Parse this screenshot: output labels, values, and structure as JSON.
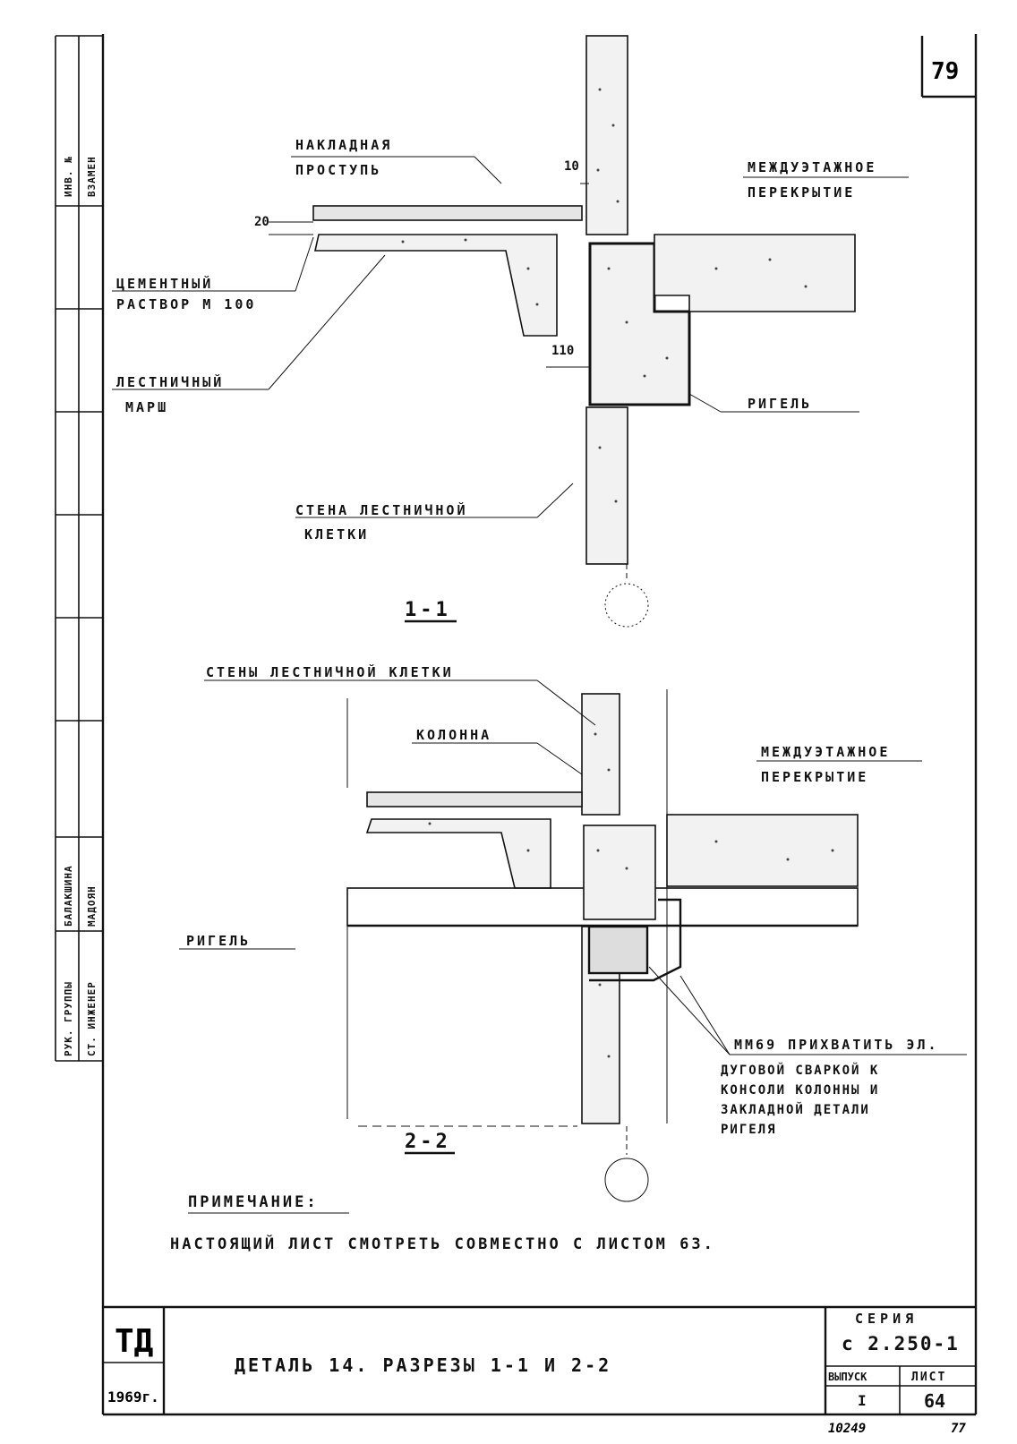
{
  "sheet_number": "79",
  "side_strip": {
    "inv_label": "ИНВ. №",
    "vzamen_label": "ВЗАМЕН",
    "names": [
      "БАЛАКШИНА",
      "МАДОЯН"
    ],
    "roles": [
      "РУК. ГРУППЫ",
      "СТ. ИНЖЕНЕР"
    ]
  },
  "section_1": {
    "title": "1-1",
    "labels": {
      "nakladnaya_1": "НАКЛАДНАЯ",
      "nakladnaya_2": "ПРОСТУПЬ",
      "cement_1": "ЦЕМЕНТНЫЙ",
      "cement_2": "РАСТВОР М 100",
      "marsh_1": "ЛЕСТНИЧНЫЙ",
      "marsh_2": "МАРШ",
      "perekr_1": "МЕЖДУЭТАЖНОЕ",
      "perekr_2": "ПЕРЕКРЫТИЕ",
      "rigel": "РИГЕЛЬ",
      "stena_1": "СТЕНА   ЛЕСТНИЧНОЙ",
      "stena_2": "КЛЕТКИ"
    },
    "dims": {
      "d20": "20",
      "d10": "10",
      "d110": "110"
    }
  },
  "section_2": {
    "title": "2-2",
    "labels": {
      "steny": "СТЕНЫ  ЛЕСТНИЧНОЙ   КЛЕТКИ",
      "kolonna": "КОЛОННА",
      "perekr_1": "МЕЖДУЭТАЖНОЕ",
      "perekr_2": "ПЕРЕКРЫТИЕ",
      "rigel": "РИГЕЛЬ",
      "note_1": "ММ69 ПРИХВАТИТЬ ЭЛ.",
      "note_2": "ДУГОВОЙ   СВАРКОЙ  К",
      "note_3": "КОНСОЛИ  КОЛОННЫ  И",
      "note_4": "ЗАКЛАДНОЙ   ДЕТАЛИ",
      "note_5": "РИГЕЛЯ"
    }
  },
  "note": {
    "heading": "ПРИМЕЧАНИЕ:",
    "text": "НАСТОЯЩИЙ   ЛИСТ  СМОТРЕТЬ  СОВМЕСТНО  С ЛИСТОМ  63."
  },
  "title_block": {
    "org": "ТД",
    "year": "1969г.",
    "title": "ДЕТАЛЬ 14. РАЗРЕЗЫ   1-1  И  2-2",
    "seriya_label": "СЕРИЯ",
    "seriya_value": "с 2.250-1",
    "vypusk_label": "ВЫПУСК",
    "list_label": "ЛИСТ",
    "vypusk_value": "I",
    "list_value": "64",
    "doc_no": "10249",
    "page": "77"
  }
}
